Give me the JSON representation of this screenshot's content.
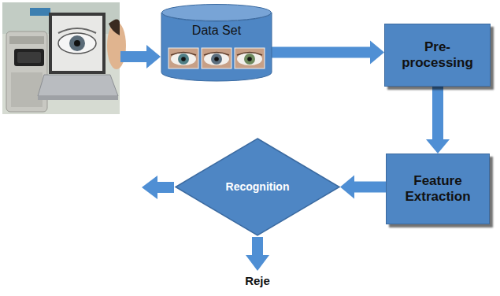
{
  "diagram": {
    "nodes": [
      {
        "text": [
          "Data Set"
        ]
      },
      {
        "text": [
          "Pre- processing"
        ]
      },
      {
        "text": [
          "Feature Extraction"
        ]
      },
      {
        "text": [
          "Recognition"
        ]
      }
    ],
    "edges": [
      {
        "from": 0,
        "to": 1,
        "arrow": "to"
      },
      {
        "from": 1,
        "to": 2,
        "arrow": "to"
      },
      {
        "from": 2,
        "to": 3,
        "arrow": "to"
      }
    ],
    "labels": [
      "Reje"
    ]
  }
}
